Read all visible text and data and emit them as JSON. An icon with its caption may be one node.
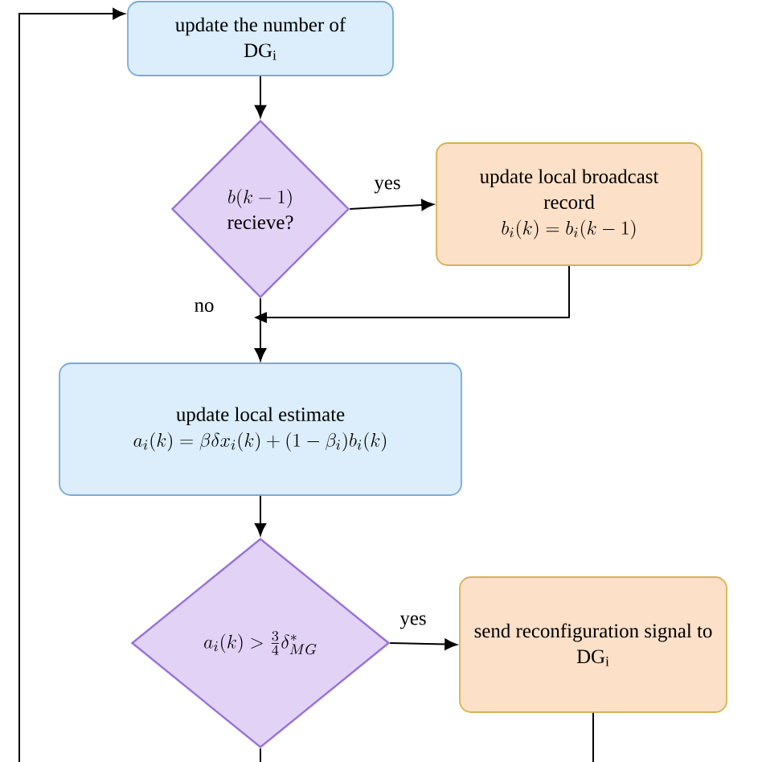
{
  "diagram": {
    "nodes": [
      {
        "text": [
          "update the number of DG$_{i}$"
        ]
      },
      {
        "text": [
          "b(k-1)",
          "recieve?"
        ]
      },
      {
        "text": [
          "update local broadcast record",
          "b_i(k)=b_i(k-1)"
        ]
      },
      {
        "text": [
          "update local estimate",
          "a_i(k)=\\beta\\delta x_i(k)+(1-\\beta_i)b_i(k)"
        ]
      },
      {
        "text": [
          "a_i(k)>\\tfrac{3}{4}\\delta^*_{MG}"
        ]
      },
      {
        "text": [
          "send reconfiguration signal to DG$_{i}$"
        ]
      }
    ],
    "edges": [
      {
        "from": 0,
        "to": 1,
        "arrow": "to"
      },
      {
        "from": 1,
        "to": 2,
        "arrow": "to",
        "label": "yes"
      },
      {
        "from": 1,
        "to": 3,
        "arrow": "to",
        "label": "no"
      },
      {
        "from": 2,
        "to": 3,
        "arrow": "to"
      },
      {
        "from": 3,
        "to": 4,
        "arrow": "to"
      },
      {
        "from": 4,
        "to": 5,
        "arrow": "to",
        "label": "yes"
      },
      {
        "from": 4,
        "to": null,
        "arrow": "none"
      },
      {
        "from": 5,
        "to": null,
        "arrow": "none"
      },
      {
        "from": null,
        "to": 0,
        "arrow": "to"
      }
    ]
  }
}
